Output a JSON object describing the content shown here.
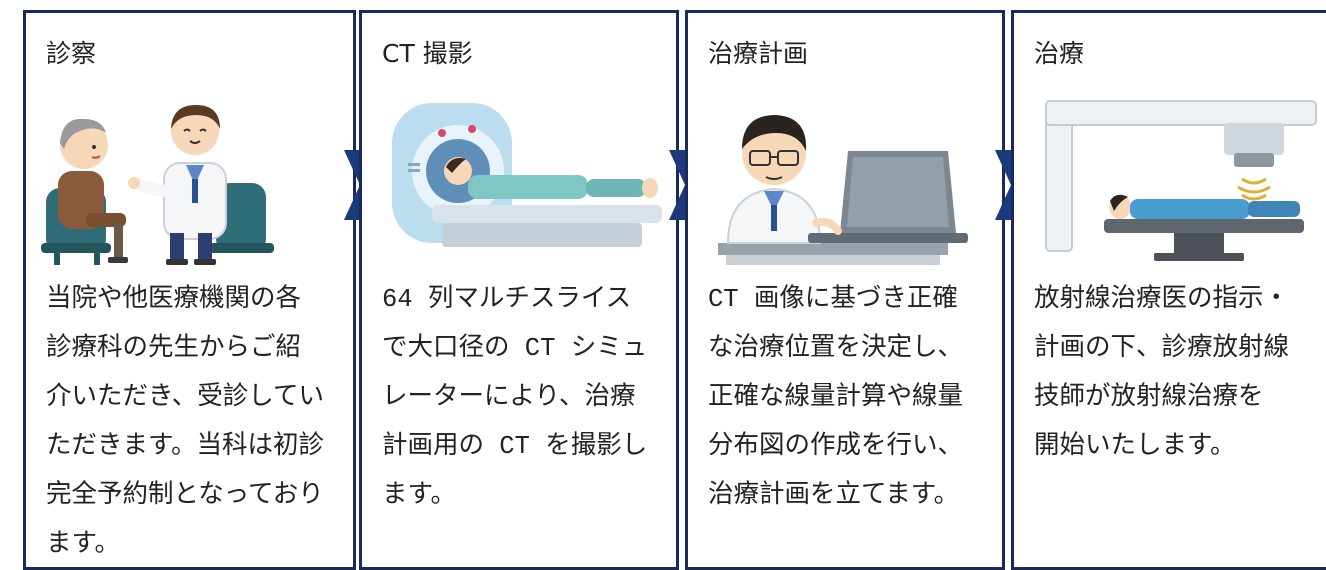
{
  "colors": {
    "border": "#1b2a5e",
    "arrow": "#1b3a7a",
    "text": "#222222"
  },
  "steps": [
    {
      "title": "診察",
      "illustration": "doctor-consultation",
      "description": "当院や他医療機関の各\n診療科の先生からご紹\n介いただき、受診してい\nただきます。当科は初診\n完全予約制となっており\nます。"
    },
    {
      "title": "CT 撮影",
      "illustration": "ct-scanner",
      "description": "64 列マルチスライス\nで大口径の CT シミュ\nレーターにより、治療\n計画用の CT を撮影し\nます。"
    },
    {
      "title": "治療計画",
      "illustration": "doctor-laptop",
      "description": "CT 画像に基づき正確\nな治療位置を決定し、\n正確な線量計算や線量\n分布図の作成を行い、\n治療計画を立てます。"
    },
    {
      "title": "治療",
      "illustration": "radiotherapy-machine",
      "description": "放射線治療医の指示・\n計画の下、診療放射線\n技師が放射線治療を\n開始いたします。"
    }
  ],
  "arrows": [
    "chevron-right-icon",
    "chevron-right-icon",
    "chevron-right-icon"
  ]
}
